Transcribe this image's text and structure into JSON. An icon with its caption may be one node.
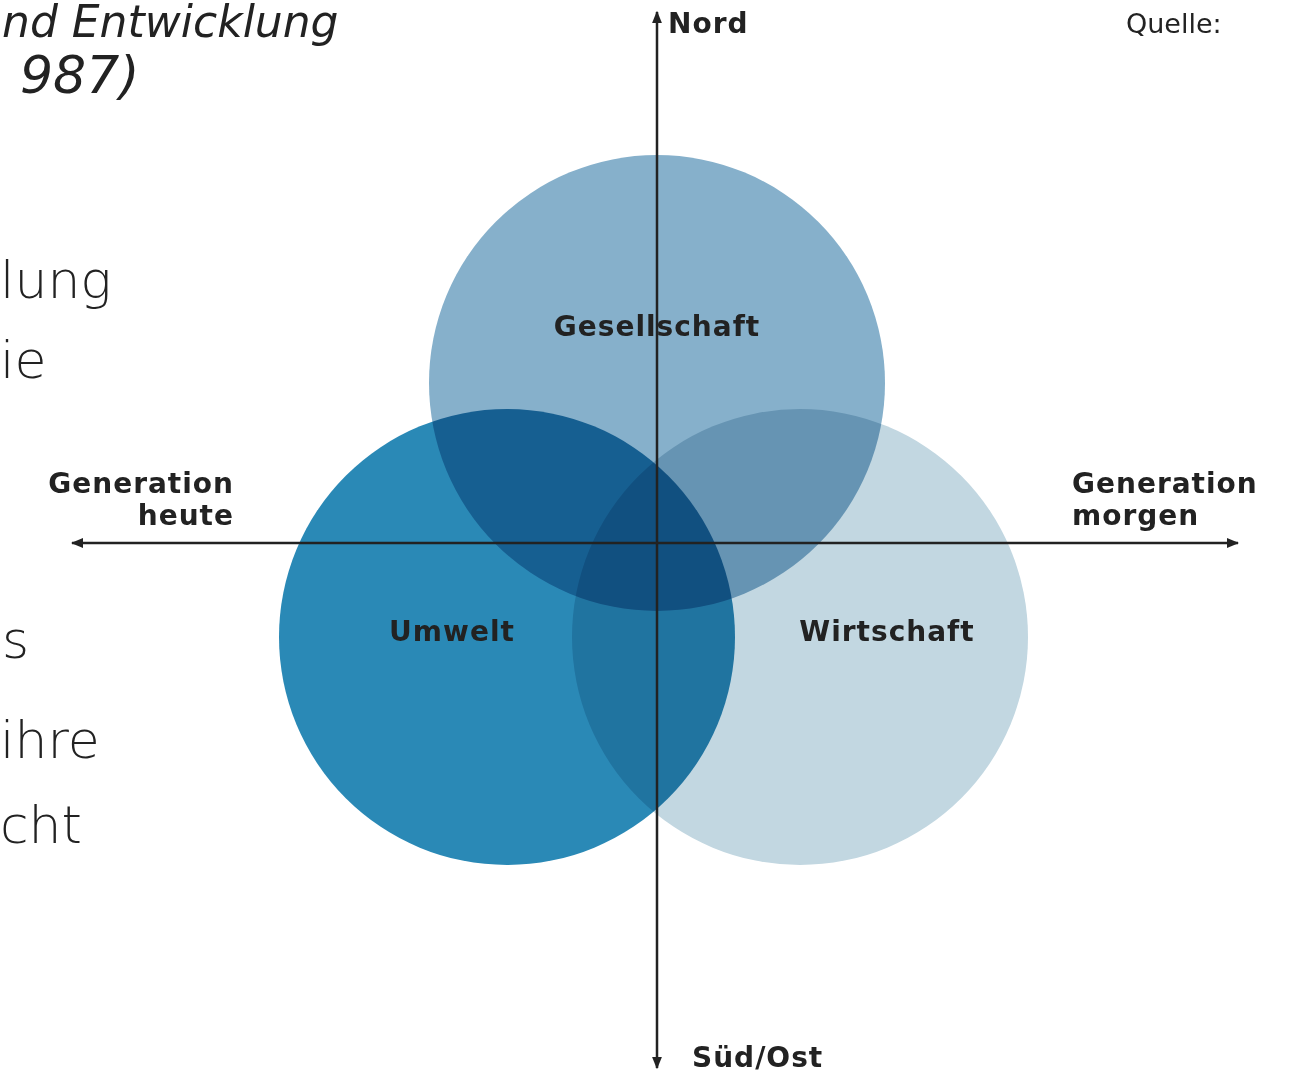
{
  "diagram": {
    "nodes": [
      {
        "text": [
          "Gesellschaft"
        ]
      },
      {
        "text": [
          "Umwelt"
        ]
      },
      {
        "text": [
          "Wirtschaft"
        ]
      }
    ],
    "edges": [],
    "labels": [
      "nd Entwicklung",
      "987)",
      "Nord",
      "Quelle:",
      "lung",
      "ie",
      "Generation heute",
      "Generation morgen",
      "s",
      "ihre",
      "cht",
      "Süd/Ost"
    ]
  }
}
